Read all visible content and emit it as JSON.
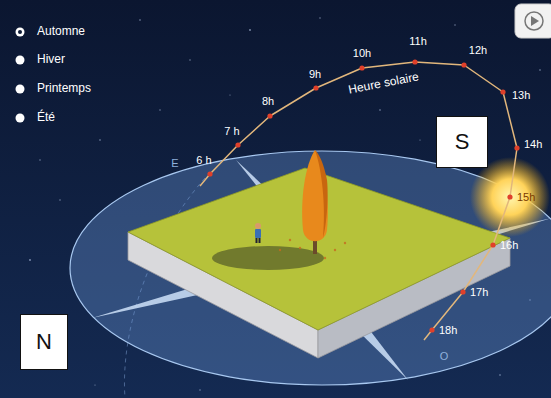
{
  "diagram": {
    "nodes": [
      {
        "text": [
          "S"
        ]
      },
      {
        "text": [
          "N"
        ]
      }
    ],
    "labels": [
      "Automne",
      "Hiver",
      "Printemps",
      "Été",
      "6 h",
      "7 h",
      "8h",
      "9h",
      "10h",
      "11h",
      "12h",
      "13h",
      "14h",
      "15h",
      "16h",
      "17h",
      "18h",
      "Heure solaire",
      "E",
      "O"
    ]
  }
}
